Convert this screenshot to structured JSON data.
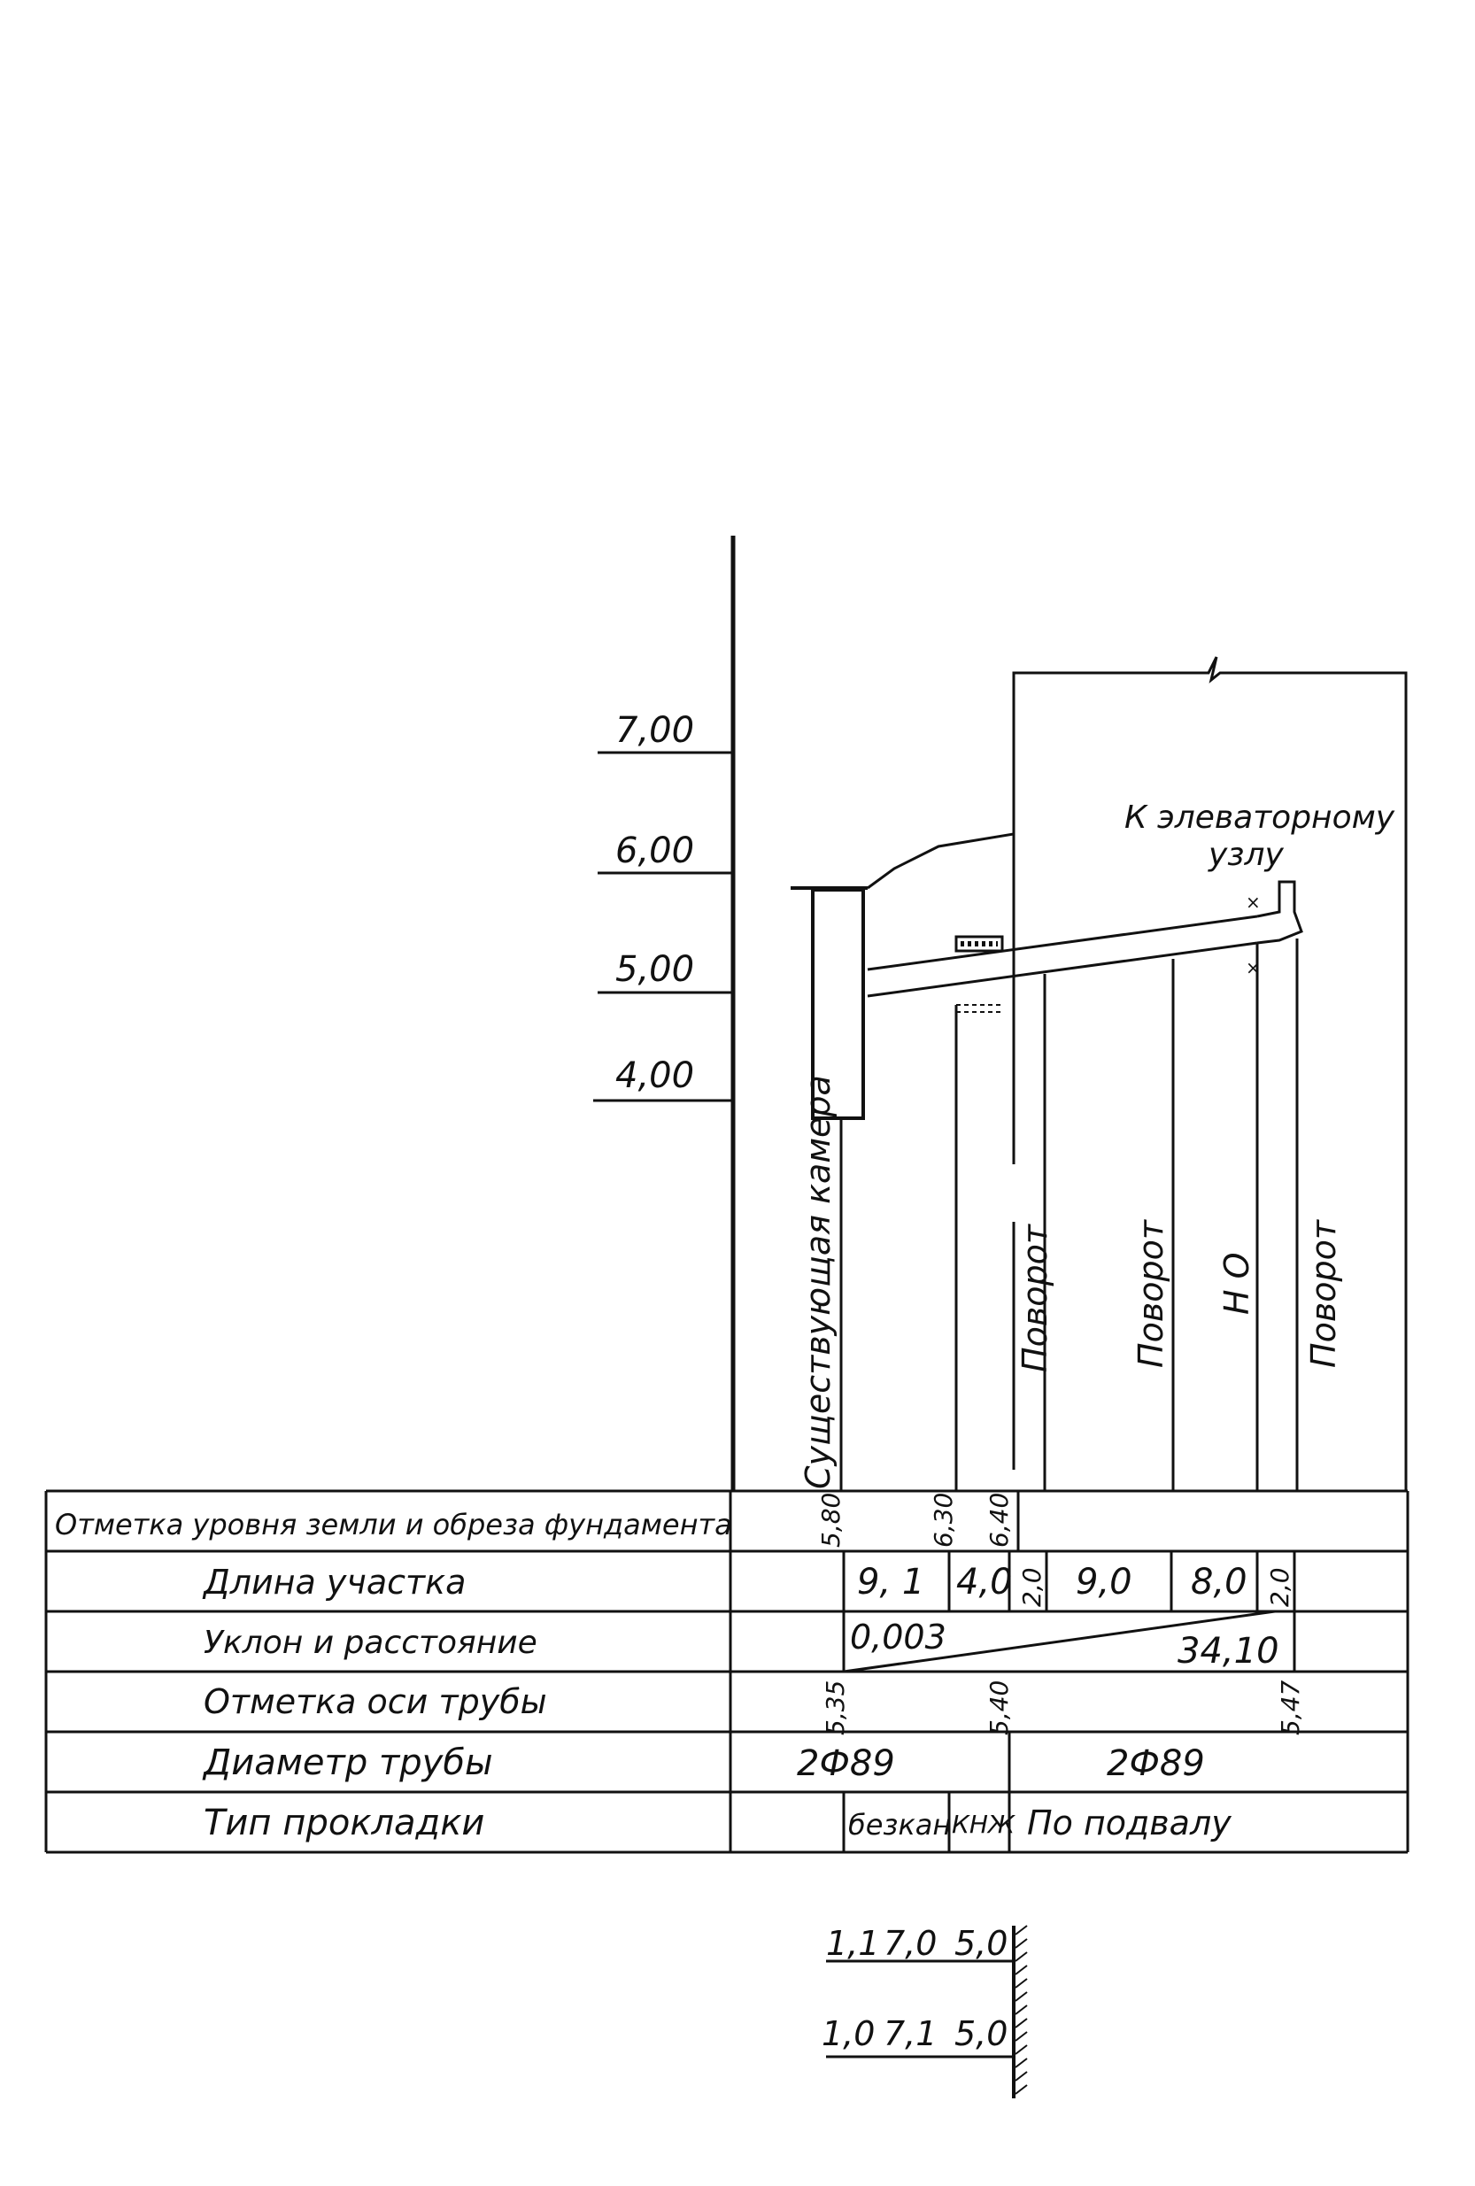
{
  "elevation_scale": [
    "7,00",
    "6,00",
    "5,00",
    "4,00"
  ],
  "annotations": {
    "destination": [
      "К элеваторному",
      "узлу"
    ],
    "existing_chamber": "Существующая камера",
    "turn_1": "Поворот",
    "turn_2": "Поворот",
    "fixed_support": "Н О",
    "turn_3": "Поворот"
  },
  "profile_table": {
    "row_labels": [
      "Отметка уровня земли и обреза фундамента",
      "Длина участка",
      "Уклон и расстояние",
      "Отметка оси трубы",
      "Диаметр трубы",
      "Тип прокладки"
    ],
    "ground_marks": [
      "5,80",
      "6,30",
      "6,40"
    ],
    "section_lengths": [
      "9, 1",
      "4,0",
      "2,0",
      "9,0",
      "8,0",
      "2,0"
    ],
    "slope": "0,003",
    "distance": "34,10",
    "pipe_axis_marks": [
      "5,35",
      "5,40",
      "5,47"
    ],
    "diameters": [
      "2Ф89",
      "2Ф89"
    ],
    "laying_types": [
      "безкан",
      "КНЖ",
      "По подвалу"
    ]
  },
  "section_detail": {
    "upper": [
      "1,1",
      "7,0",
      "5,0"
    ],
    "lower": [
      "1,0",
      "7,1",
      "5,0"
    ]
  }
}
